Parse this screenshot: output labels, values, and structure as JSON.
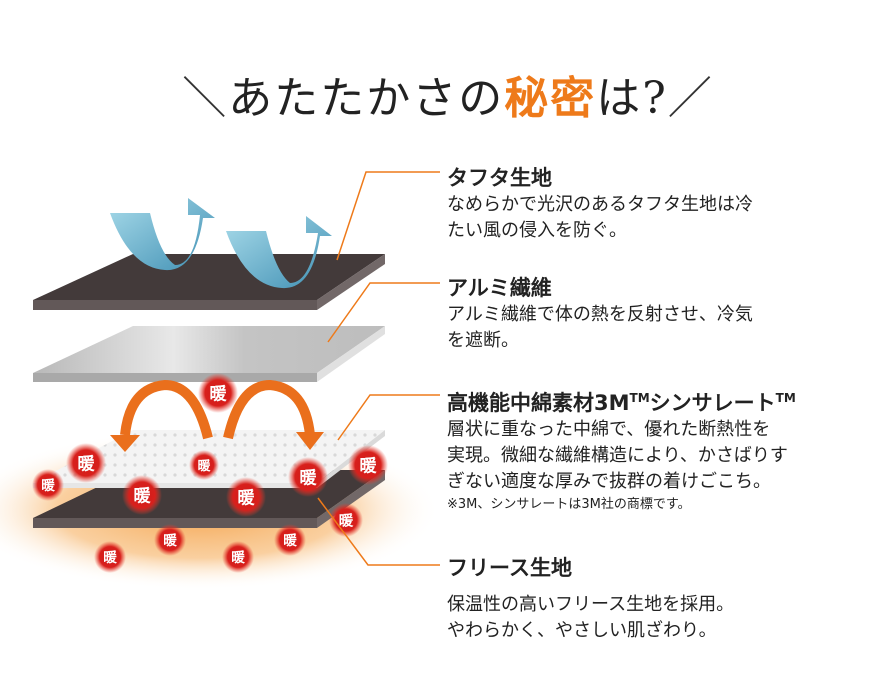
{
  "title": {
    "prefix": "＼",
    "pre": "あたたかさの",
    "accent": "秘密",
    "post": "は?",
    "suffix": "／"
  },
  "colors": {
    "accent": "#ee7a1a",
    "dark_layer": "#433a3a",
    "silver": "#c8c8c8",
    "warm": "#d8201c",
    "wind": "#6fbfd8"
  },
  "warm_label": "暖",
  "layers": [
    {
      "heading": "タフタ生地",
      "lines": [
        "なめらかで光沢のあるタフタ生地は冷",
        "たい風の侵入を防ぐ。"
      ]
    },
    {
      "heading": "アルミ繊維",
      "lines": [
        "アルミ繊維で体の熱を反射させ、冷気",
        "を遮断。"
      ]
    },
    {
      "heading_main": "高機能中綿素材3M",
      "tm1": "TM",
      "heading_rest": "シンサレート",
      "tm2": "TM",
      "lines": [
        "層状に重なった中綿で、優れた断熱性を",
        "実現。微細な繊維構造により、かさばりす",
        "ぎない適度な厚みで抜群の着けごこち。"
      ],
      "note": "※3M、シンサレートは3M社の商標です。"
    },
    {
      "heading": "フリース生地",
      "lines": [
        "保温性の高いフリース生地を採用。",
        "やわらかく、やさしい肌ざわり。"
      ]
    }
  ]
}
